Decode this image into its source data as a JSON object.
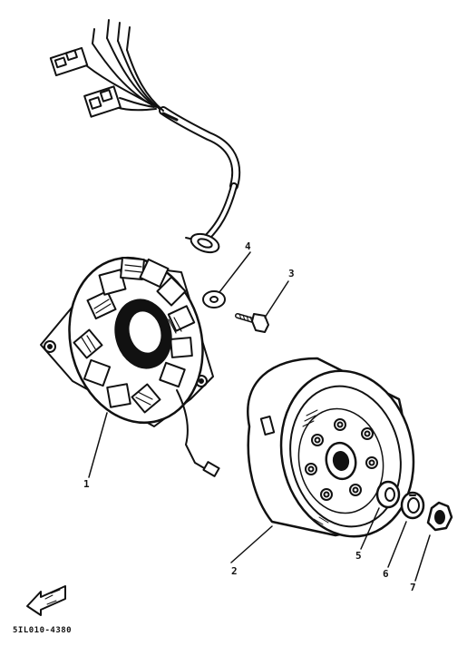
{
  "parts": [
    {
      "number": "1"
    },
    {
      "number": "2"
    },
    {
      "number": "3"
    },
    {
      "number": "4"
    },
    {
      "number": "5"
    },
    {
      "number": "6"
    },
    {
      "number": "7"
    }
  ],
  "drawing_code": "5IL010-4380",
  "icons": {
    "stator": "stator-coil-icon",
    "rotor": "flywheel-rotor-icon",
    "front_arrow": "front-direction-arrow-icon"
  },
  "colors": {
    "ink": "#111111",
    "paper": "#ffffff"
  }
}
